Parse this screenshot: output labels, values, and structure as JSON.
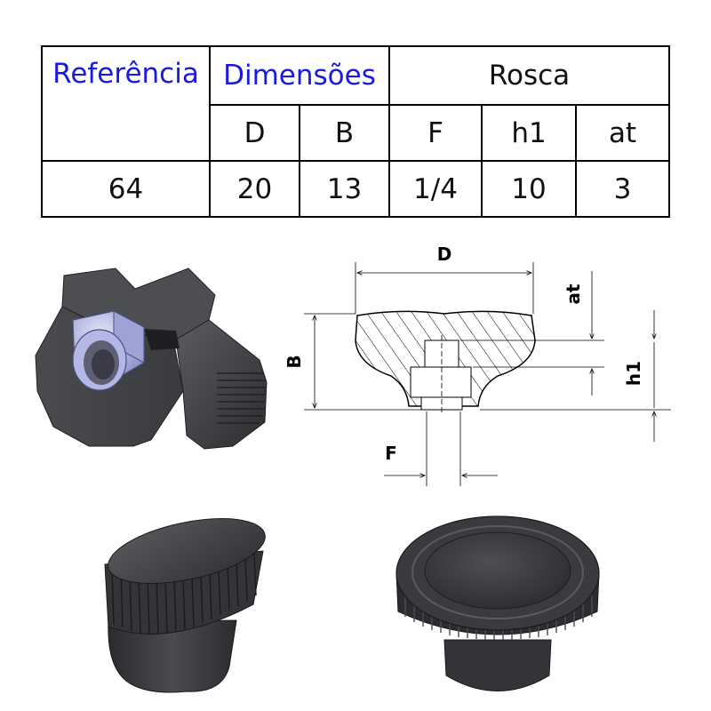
{
  "table": {
    "header_reference": "Referência",
    "header_dimensions": "Dimensões",
    "header_thread": "Rosca",
    "sub_headers": [
      "D",
      "B",
      "F",
      "h1",
      "at"
    ],
    "row": [
      "64",
      "20",
      "13",
      "1/4",
      "10",
      "3"
    ]
  },
  "drawing": {
    "label_D": "D",
    "label_B": "B",
    "label_at": "at",
    "label_h1": "h1",
    "label_F": "F"
  },
  "colors": {
    "header_blue": "#1a1ae0",
    "part_dark": "#3a3b3e",
    "nut_lavender": "#b4b8e6"
  }
}
